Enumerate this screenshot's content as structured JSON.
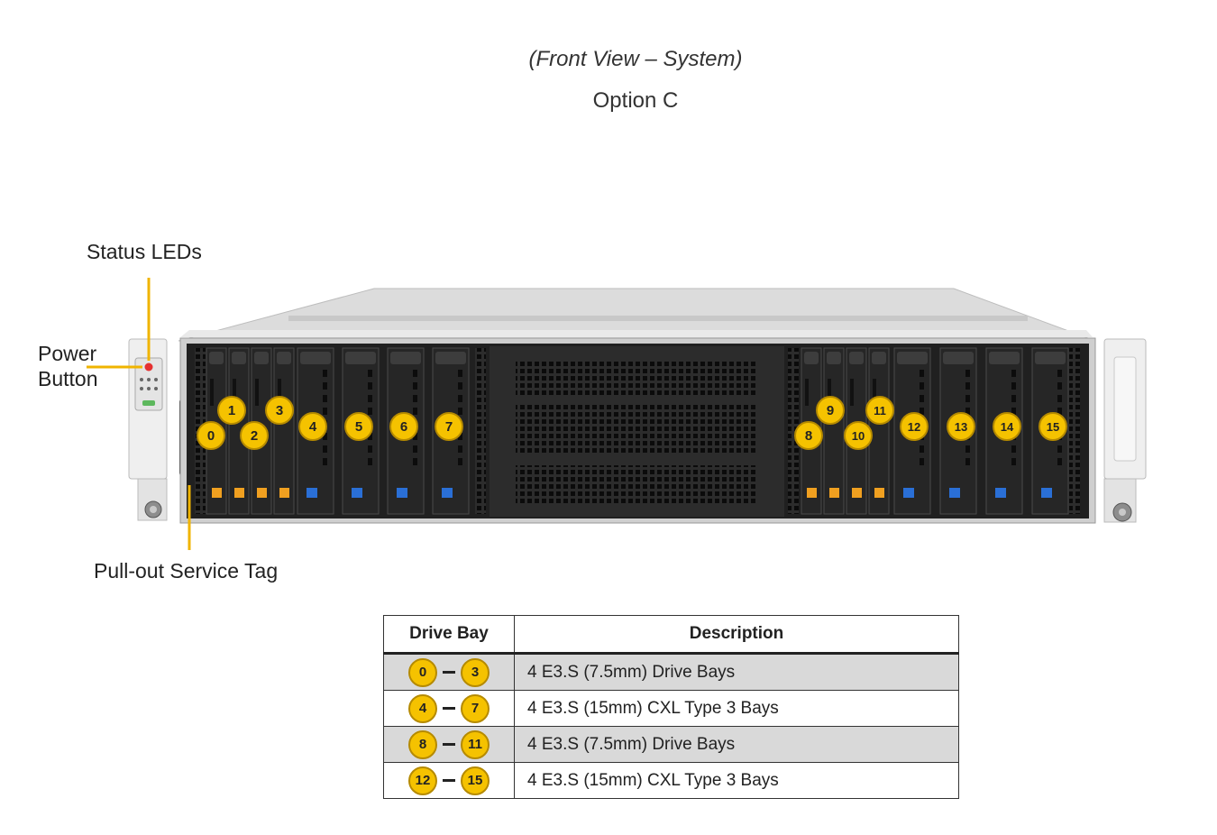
{
  "header": {
    "title": "(Front View – System)",
    "subtitle": "Option C"
  },
  "callouts": {
    "status_leds": "Status LEDs",
    "power_line1": "Power",
    "power_line2": "Button",
    "service_tag": "Pull-out Service Tag"
  },
  "bay_numbers": [
    "0",
    "1",
    "2",
    "3",
    "4",
    "5",
    "6",
    "7",
    "8",
    "9",
    "10",
    "11",
    "12",
    "13",
    "14",
    "15"
  ],
  "table": {
    "headers": [
      "Drive Bay",
      "Description"
    ],
    "rows": [
      {
        "from": "0",
        "to": "3",
        "desc": "4 E3.S (7.5mm) Drive Bays"
      },
      {
        "from": "4",
        "to": "7",
        "desc": "4 E3.S (15mm) CXL Type 3 Bays"
      },
      {
        "from": "8",
        "to": "11",
        "desc": "4 E3.S (7.5mm) Drive Bays"
      },
      {
        "from": "12",
        "to": "15",
        "desc": "4 E3.S (15mm) CXL Type 3 Bays"
      }
    ]
  },
  "colors": {
    "badge": "#f5c200",
    "callout_line": "#f0b400",
    "tab_thin": "#f0a020",
    "tab_wide": "#2a6fd6"
  }
}
